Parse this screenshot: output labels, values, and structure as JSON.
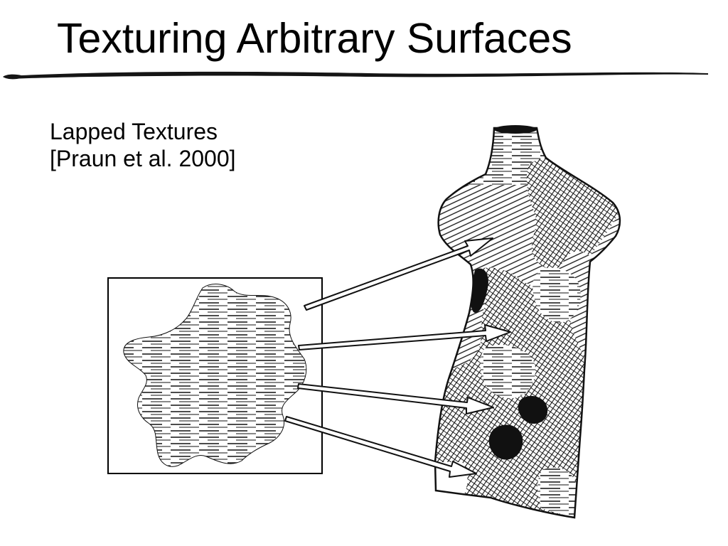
{
  "slide": {
    "title": "Texturing Arbitrary Surfaces",
    "subtitle_line_1": "Lapped Textures",
    "subtitle_line_2": "[Praun et al. 2000]"
  },
  "colors": {
    "text": "#000000",
    "background": "#ffffff",
    "ink": "#111111"
  }
}
